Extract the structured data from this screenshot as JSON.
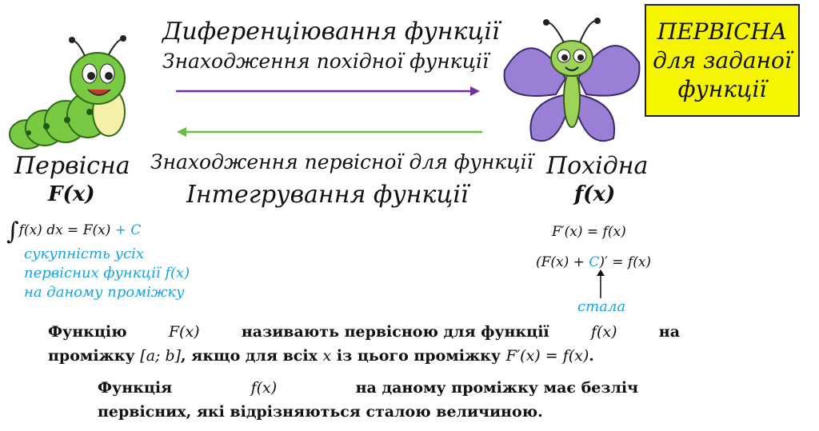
{
  "badge": {
    "line1": "ПЕРВІСНА",
    "line2": "для заданої",
    "line3": "функції"
  },
  "top": {
    "line1": "Диференціювання функції",
    "line2": "Знаходження похідної функції"
  },
  "bottom": {
    "line1": "Знаходження первісної для функції",
    "line2": "Інтегрування функції"
  },
  "left": {
    "name": "Первісна",
    "symbol": "F(x)"
  },
  "right": {
    "name": "Похідна",
    "symbol": "f(x)"
  },
  "left_formula": {
    "main": "f(x) dx = F(x)",
    "plus_c": "+ C"
  },
  "left_note": {
    "l1": "сукупність усіх",
    "l2": "первісних функції f(x)",
    "l3": "на даному проміжку"
  },
  "right_formula": {
    "f1": "F′(x) = f(x)",
    "f2_a": "(F(x) + ",
    "f2_c": "C",
    "f2_b": ")′ = f(x)"
  },
  "right_note": "стала",
  "para1": {
    "w1": "Функцію",
    "m1": "F(x)",
    "w2": "називають первісною для функції",
    "m2": "f(x)",
    "w3": "на",
    "w4": "проміжку",
    "m3": "[a; b]",
    "w5": ", якщо для всіх",
    "m4": "x",
    "w6": "із цього проміжку",
    "m5": "F′(x) = f(x)",
    "w7": "."
  },
  "para2": {
    "w1": "Функція",
    "m1": "f(x)",
    "w2": "на даному проміжку має безліч",
    "w3": "первісних, які відрізняються сталою величиною."
  },
  "colors": {
    "arrow_purple": "#7030a0",
    "arrow_green": "#6dbb45",
    "accent_blue": "#1aa3e0",
    "badge_yellow": "#f5f500"
  },
  "icons": {
    "caterpillar": "caterpillar-illustration",
    "butterfly": "butterfly-illustration"
  }
}
